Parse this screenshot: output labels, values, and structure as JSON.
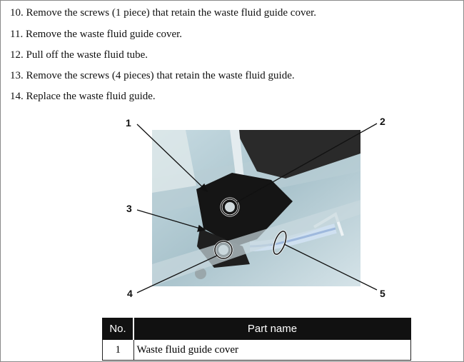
{
  "steps": [
    "10. Remove the screws (1 piece) that retain the waste fluid guide cover.",
    "11. Remove the waste fluid guide cover.",
    "12. Pull off the waste fluid tube.",
    "13. Remove the screws (4 pieces) that retain the waste fluid guide.",
    "14. Replace the waste fluid guide."
  ],
  "figure": {
    "callouts": [
      "1",
      "2",
      "3",
      "4",
      "5"
    ]
  },
  "table": {
    "headers": [
      "No.",
      "Part name"
    ],
    "rows": [
      [
        "1",
        "Waste fluid guide cover"
      ]
    ]
  }
}
